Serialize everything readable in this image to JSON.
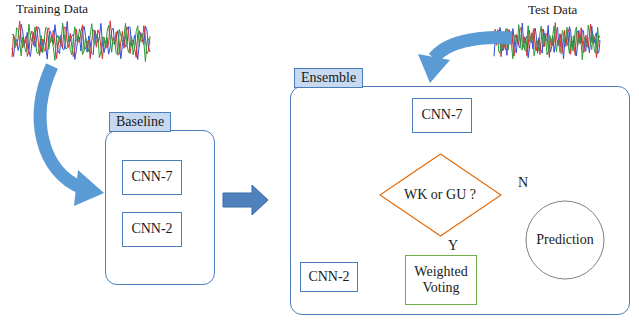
{
  "diagram": {
    "nodes": [
      {
        "text": [
          "Baseline"
        ]
      },
      {
        "text": [
          "CNN-7"
        ],
        "in": 0
      },
      {
        "text": [
          "CNN-2"
        ],
        "in": 0
      },
      {
        "text": [
          "Ensemble"
        ]
      },
      {
        "text": [
          "CNN-7"
        ],
        "in": 3
      },
      {
        "text": [
          "WK or GU ?"
        ],
        "in": 3
      },
      {
        "text": [
          "CNN-2"
        ],
        "in": 3
      },
      {
        "text": [
          "Weighted Voting"
        ],
        "in": 3
      },
      {
        "text": [
          "Prediction"
        ],
        "in": 3
      }
    ],
    "edges": [
      {
        "from": 0,
        "to": 3,
        "arrow": "to"
      },
      {
        "from": 4,
        "to": 5,
        "arrow": "to"
      },
      {
        "from": 5,
        "to": 7,
        "label": "Y",
        "arrow": "to"
      },
      {
        "from": 5,
        "to": 8,
        "label": "N",
        "arrow": "to"
      },
      {
        "from": 6,
        "to": 7,
        "arrow": "to"
      },
      {
        "from": 7,
        "to": 8,
        "arrow": "to"
      }
    ],
    "labels": [
      "Training Data",
      "Test Data"
    ]
  }
}
